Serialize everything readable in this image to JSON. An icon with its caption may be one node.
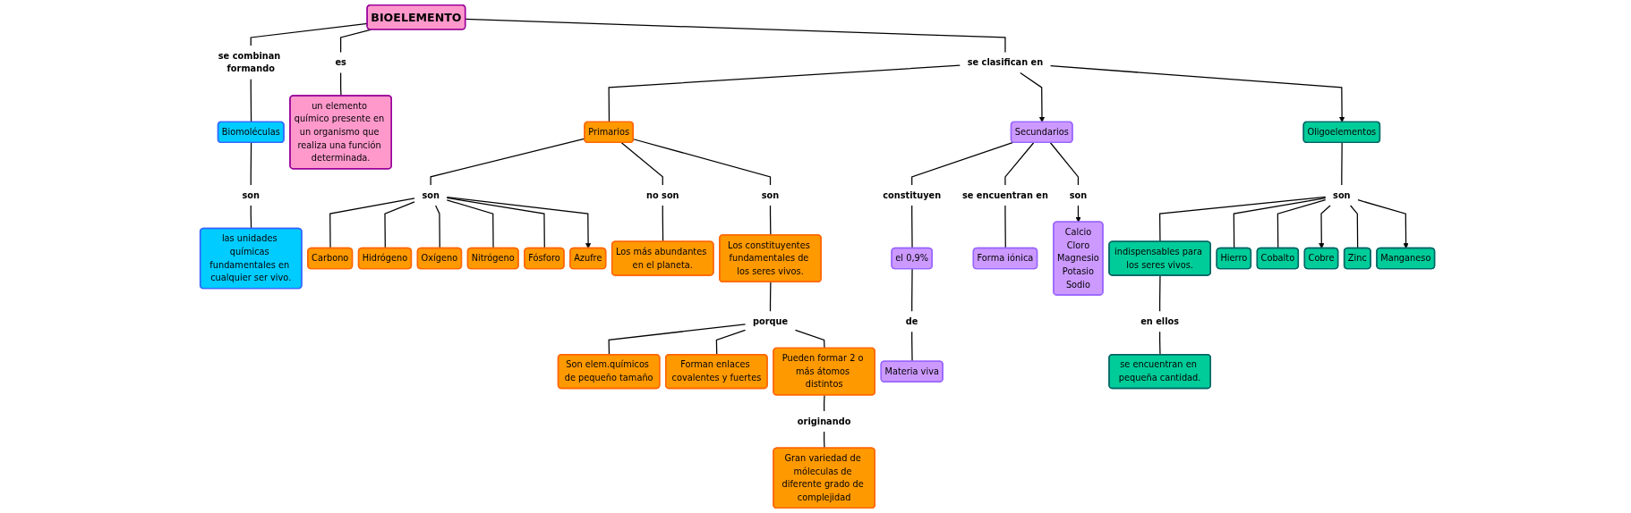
{
  "diagram": {
    "nodes": [
      {
        "text": [
          "BIOELEMENTO"
        ]
      },
      {
        "text": [
          "es"
        ]
      },
      {
        "text": [
          "se combinan formando"
        ]
      },
      {
        "text": [
          "un elemento químico presente en un organismo que realiza una función determinada."
        ]
      },
      {
        "text": [
          "se clasifican en"
        ]
      },
      {
        "text": [
          "Oligoelementos"
        ]
      },
      {
        "text": [
          "Biomoléculas"
        ]
      },
      {
        "text": [
          "Primarios"
        ]
      },
      {
        "text": [
          "Secundarios"
        ]
      },
      {
        "text": [
          "son"
        ]
      },
      {
        "text": [
          "Calcio",
          "Cloro",
          "Magnesio",
          "Potasio",
          "Sodio"
        ]
      },
      {
        "text": [
          "son"
        ]
      },
      {
        "text": [
          "son"
        ]
      },
      {
        "text": [
          "son"
        ]
      },
      {
        "text": [
          "no son"
        ]
      },
      {
        "text": [
          "son"
        ]
      },
      {
        "text": [
          "constituyen"
        ]
      },
      {
        "text": [
          "se encuentran en"
        ]
      },
      {
        "text": [
          "el 0,9%"
        ]
      },
      {
        "text": [
          "Forma iónica"
        ]
      },
      {
        "text": [
          "indispensables para los seres vivos."
        ]
      },
      {
        "text": [
          "Hierro"
        ]
      },
      {
        "text": [
          "Cobalto"
        ]
      },
      {
        "text": [
          "Cobre"
        ]
      },
      {
        "text": [
          "Zinc"
        ]
      },
      {
        "text": [
          "Manganeso"
        ]
      },
      {
        "text": [
          "las unidades químicas fundamentales en cualquier ser vivo."
        ]
      },
      {
        "text": [
          "Carbono"
        ]
      },
      {
        "text": [
          "Hidrógeno"
        ]
      },
      {
        "text": [
          "Oxígeno"
        ]
      },
      {
        "text": [
          "Nitrógeno"
        ]
      },
      {
        "text": [
          "Fósforo"
        ]
      },
      {
        "text": [
          "Azufre"
        ]
      },
      {
        "text": [
          "Los más abundantes en el planeta."
        ]
      },
      {
        "text": [
          "Los constituyentes fundamentales de los seres vivos."
        ]
      },
      {
        "text": [
          "de"
        ]
      },
      {
        "text": [
          "Materia viva"
        ]
      },
      {
        "text": [
          "en ellos"
        ]
      },
      {
        "text": [
          "se encuentran en pequeña cantidad."
        ]
      },
      {
        "text": [
          "porque"
        ]
      },
      {
        "text": [
          "Son elem.químicos de pequeño tamaño"
        ]
      },
      {
        "text": [
          "Forman enlaces covalentes y fuertes"
        ]
      },
      {
        "text": [
          "Pueden formar 2 o más átomos distintos"
        ]
      },
      {
        "text": [
          "originando"
        ]
      },
      {
        "text": [
          "Gran variedad de móleculas de diferente grado de complejidad"
        ]
      }
    ],
    "edges": [
      {
        "from": 0,
        "to": 2,
        "arrow": "none"
      },
      {
        "from": 2,
        "to": 6,
        "arrow": "none"
      },
      {
        "from": 0,
        "to": 1,
        "arrow": "none"
      },
      {
        "from": 1,
        "to": 3,
        "arrow": "none"
      },
      {
        "from": 0,
        "to": 4,
        "arrow": "none"
      },
      {
        "from": 4,
        "to": 7,
        "arrow": "none"
      },
      {
        "from": 4,
        "to": 8,
        "arrow": "to"
      },
      {
        "from": 4,
        "to": 5,
        "arrow": "to"
      },
      {
        "from": 6,
        "to": 12,
        "arrow": "none"
      },
      {
        "from": 12,
        "to": 26,
        "arrow": "none"
      },
      {
        "from": 7,
        "to": 13,
        "arrow": "none"
      },
      {
        "from": 13,
        "to": 27,
        "arrow": "none"
      },
      {
        "from": 13,
        "to": 28,
        "arrow": "none"
      },
      {
        "from": 13,
        "to": 29,
        "arrow": "none"
      },
      {
        "from": 13,
        "to": 30,
        "arrow": "none"
      },
      {
        "from": 13,
        "to": 31,
        "arrow": "none"
      },
      {
        "from": 13,
        "to": 32,
        "arrow": "to"
      },
      {
        "from": 7,
        "to": 14,
        "arrow": "none"
      },
      {
        "from": 14,
        "to": 33,
        "arrow": "none"
      },
      {
        "from": 7,
        "to": 15,
        "arrow": "none"
      },
      {
        "from": 15,
        "to": 34,
        "arrow": "none"
      },
      {
        "from": 34,
        "to": 39,
        "arrow": "none"
      },
      {
        "from": 39,
        "to": 40,
        "arrow": "none"
      },
      {
        "from": 39,
        "to": 41,
        "arrow": "none"
      },
      {
        "from": 39,
        "to": 42,
        "arrow": "none"
      },
      {
        "from": 42,
        "to": 43,
        "arrow": "none"
      },
      {
        "from": 43,
        "to": 44,
        "arrow": "none"
      },
      {
        "from": 8,
        "to": 16,
        "arrow": "none"
      },
      {
        "from": 16,
        "to": 18,
        "arrow": "none"
      },
      {
        "from": 18,
        "to": 35,
        "arrow": "none"
      },
      {
        "from": 35,
        "to": 36,
        "arrow": "none"
      },
      {
        "from": 8,
        "to": 17,
        "arrow": "none"
      },
      {
        "from": 17,
        "to": 19,
        "arrow": "none"
      },
      {
        "from": 8,
        "to": 9,
        "arrow": "none"
      },
      {
        "from": 9,
        "to": 10,
        "arrow": "to"
      },
      {
        "from": 5,
        "to": 11,
        "arrow": "none"
      },
      {
        "from": 11,
        "to": 20,
        "arrow": "none"
      },
      {
        "from": 11,
        "to": 21,
        "arrow": "none"
      },
      {
        "from": 11,
        "to": 22,
        "arrow": "none"
      },
      {
        "from": 11,
        "to": 23,
        "arrow": "to"
      },
      {
        "from": 11,
        "to": 24,
        "arrow": "none"
      },
      {
        "from": 11,
        "to": 25,
        "arrow": "to"
      },
      {
        "from": 20,
        "to": 37,
        "arrow": "none"
      },
      {
        "from": 37,
        "to": 38,
        "arrow": "none"
      }
    ]
  }
}
